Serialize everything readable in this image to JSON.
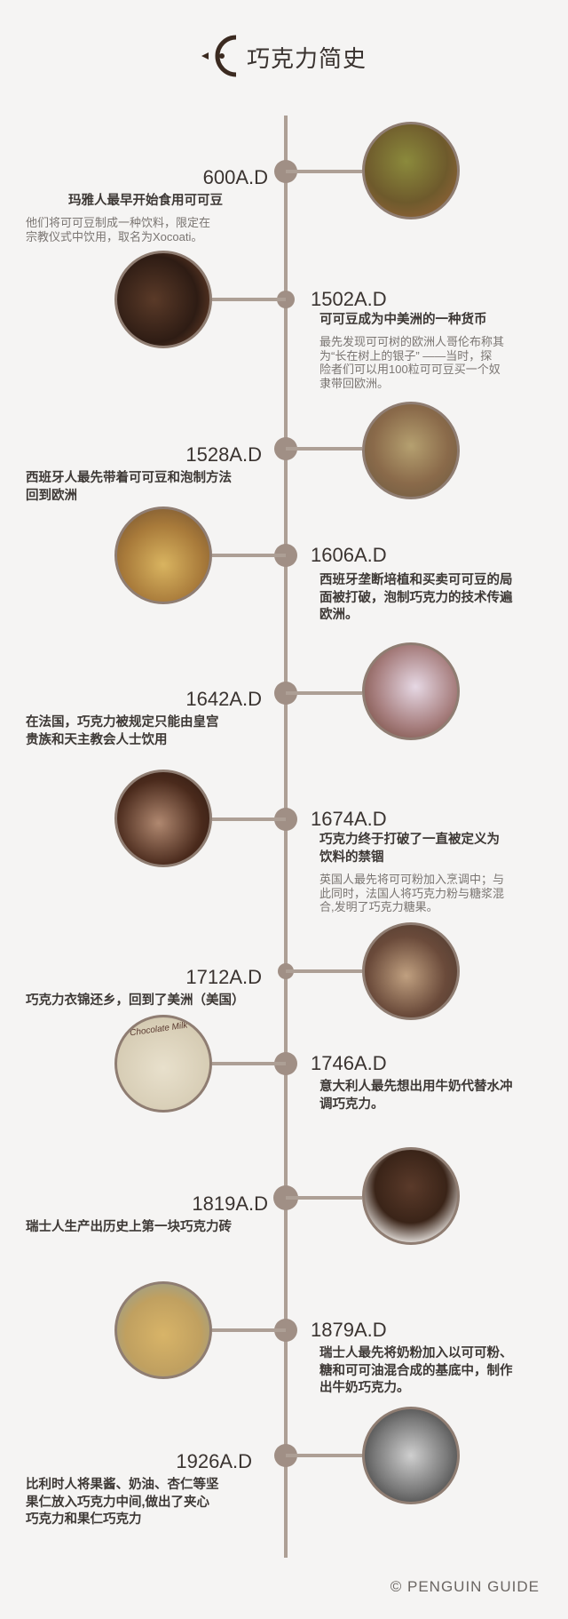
{
  "header": {
    "title": "巧克力简史",
    "logo_icon": "chocolate-c-bird-icon"
  },
  "colors": {
    "background": "#f5f4f3",
    "timeline": "#ad9f95",
    "dot": "#a08f85",
    "text": "#3d3835",
    "muted": "#7a7572"
  },
  "events": [
    {
      "year": "600A.D",
      "side": "left",
      "title": [
        "玛雅人最早开始食用可可豆"
      ],
      "desc": [
        "他们将可可豆制成一种饮料，限定在",
        "宗教仪式中饮用，取名为Xocoati。"
      ],
      "image": "mayan-cacao-tree-illustration"
    },
    {
      "year": "1502A.D",
      "side": "right",
      "title": [
        "可可豆成为中美洲的一种货币"
      ],
      "desc": [
        "最先发现可可树的欧洲人哥伦布称其",
        "为“长在树上的银子” ——当时，探",
        "险者们可以用100粒可可豆买一个奴",
        "隶带回欧洲。"
      ],
      "image": "cacao-beans-in-pod"
    },
    {
      "year": "1528A.D",
      "side": "left",
      "title": [
        "西班牙人最先带着可可豆和泡制方法",
        "回到欧洲"
      ],
      "desc": [],
      "image": "spanish-explorers-painting"
    },
    {
      "year": "1606A.D",
      "side": "right",
      "title": [
        "西班牙垄断培植和买卖可可豆的局",
        "面被打破，泡制巧克力的技术传遍",
        "欧洲。"
      ],
      "desc": [],
      "image": "european-chocolate-house-painting"
    },
    {
      "year": "1642A.D",
      "side": "left",
      "title": [
        "在法国，巧克力被规定只能由皇宫",
        "贵族和天主教会人士饮用"
      ],
      "desc": [],
      "image": "french-lady-with-chocolate-painting"
    },
    {
      "year": "1674A.D",
      "side": "right",
      "title": [
        "巧克力终于打破了一直被定义为",
        "饮料的禁锢"
      ],
      "desc": [
        "英国人最先将可可粉加入烹调中；与",
        "此同时，法国人将巧克力粉与糖浆混",
        "合,发明了巧克力糖果。"
      ],
      "image": "hot-chocolate-cup"
    },
    {
      "year": "1712A.D",
      "side": "left",
      "title": [
        "巧克力衣锦还乡，回到了美洲（美国）"
      ],
      "desc": [],
      "image": "chocolate-maker-workshop"
    },
    {
      "year": "1746A.D",
      "side": "right",
      "title": [
        "意大利人最先想出用牛奶代替水冲",
        "调巧克力。"
      ],
      "desc": [],
      "image": "chocolate-milk-cartoon",
      "image_text": "Chocolate Milk"
    },
    {
      "year": "1819A.D",
      "side": "left",
      "title": [
        "瑞士人生产出历史上第一块巧克力砖"
      ],
      "desc": [],
      "image": "chocolate-bar-pieces"
    },
    {
      "year": "1879A.D",
      "side": "right",
      "title": [
        "瑞士人最先将奶粉加入以可可粉、",
        "糖和可可油混合成的基底中，制作",
        "出牛奶巧克力。"
      ],
      "desc": [],
      "image": "swiss-factory-illustration"
    },
    {
      "year": "1926A.D",
      "side": "left",
      "title": [
        "比利时人将果酱、奶油、杏仁等坚",
        "果仁放入巧克力中间,做出了夹心",
        "巧克力和果仁巧克力"
      ],
      "desc": [],
      "image": "chocolatiers-bw-photo"
    }
  ],
  "footer": {
    "copyright": "© PENGUIN GUIDE"
  }
}
